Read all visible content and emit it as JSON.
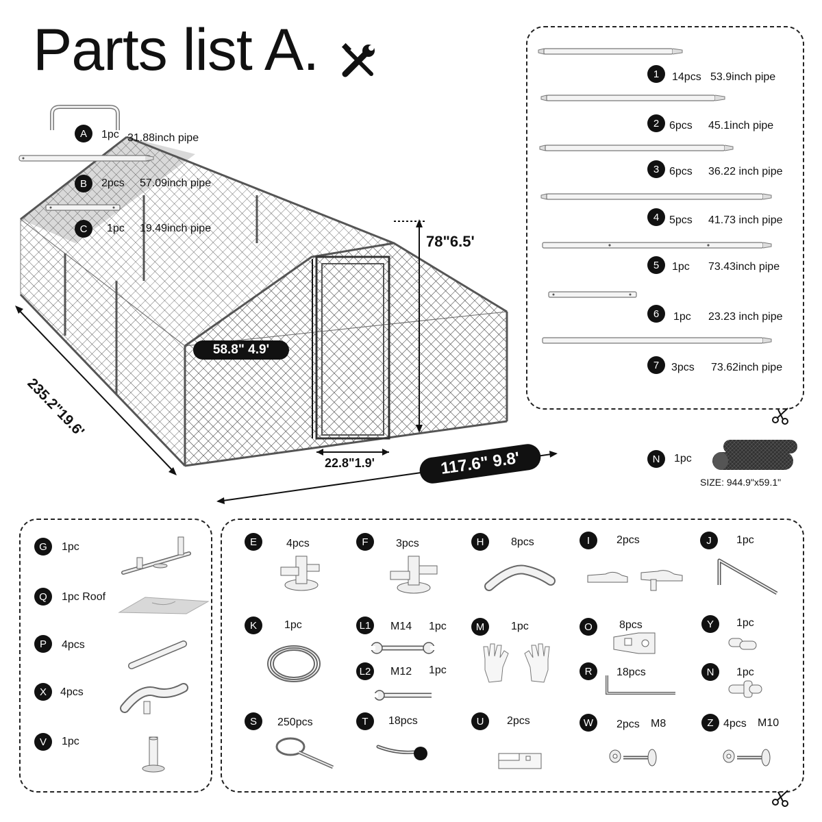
{
  "title": "Parts list A.",
  "icons": {
    "tools": "wrench-screwdriver-icon",
    "scissors": "scissors-icon"
  },
  "coop": {
    "dims": {
      "height": "78\"6.5'",
      "door_height": "58.8\" 4.9'",
      "door_width": "22.8\"1.9'",
      "width": "117.6\" 9.8'",
      "length": "235.2\"19.6'"
    }
  },
  "left_pipes": [
    {
      "id": "A",
      "qty": "1pc",
      "desc": "31.88inch pipe"
    },
    {
      "id": "B",
      "qty": "2pcs",
      "desc": "57.09inch pipe"
    },
    {
      "id": "C",
      "qty": "1pc",
      "desc": "19.49inch pipe"
    }
  ],
  "right_pipes": [
    {
      "id": "1",
      "qty": "14pcs",
      "desc": "53.9inch pipe"
    },
    {
      "id": "2",
      "qty": "6pcs",
      "desc": "45.1inch pipe"
    },
    {
      "id": "3",
      "qty": "6pcs",
      "desc": "36.22 inch pipe"
    },
    {
      "id": "4",
      "qty": "5pcs",
      "desc": "41.73 inch pipe"
    },
    {
      "id": "5",
      "qty": "1pc",
      "desc": "73.43inch pipe"
    },
    {
      "id": "6",
      "qty": "1pc",
      "desc": "23.23 inch pipe"
    },
    {
      "id": "7",
      "qty": "3pcs",
      "desc": "73.62inch pipe"
    }
  ],
  "netting": {
    "id": "N",
    "qty": "1pc",
    "size": "SIZE: 944.9\"x59.1\""
  },
  "left_box": [
    {
      "id": "G",
      "qty": "1pc"
    },
    {
      "id": "Q",
      "qty": "1pc Roof"
    },
    {
      "id": "P",
      "qty": "4pcs"
    },
    {
      "id": "X",
      "qty": "4pcs"
    },
    {
      "id": "V",
      "qty": "1pc"
    }
  ],
  "hardware": [
    {
      "id": "E",
      "qty": "4pcs"
    },
    {
      "id": "F",
      "qty": "3pcs"
    },
    {
      "id": "H",
      "qty": "8pcs"
    },
    {
      "id": "I",
      "qty": "2pcs"
    },
    {
      "id": "J",
      "qty": "1pc"
    },
    {
      "id": "K",
      "qty": "1pc"
    },
    {
      "id": "L1",
      "qty": "M14",
      "qty2": "1pc"
    },
    {
      "id": "L2",
      "qty": "M12",
      "qty2": "1pc"
    },
    {
      "id": "M",
      "qty": "1pc"
    },
    {
      "id": "O",
      "qty": "8pcs"
    },
    {
      "id": "Y",
      "qty": "1pc"
    },
    {
      "id": "R",
      "qty": "18pcs"
    },
    {
      "id": "N",
      "qty": "1pc"
    },
    {
      "id": "S",
      "qty": "250pcs"
    },
    {
      "id": "T",
      "qty": "18pcs"
    },
    {
      "id": "U",
      "qty": "2pcs"
    },
    {
      "id": "W",
      "qty": "2pcs",
      "qty2": "M8"
    },
    {
      "id": "Z",
      "qty": "4pcs",
      "qty2": "M10"
    }
  ]
}
